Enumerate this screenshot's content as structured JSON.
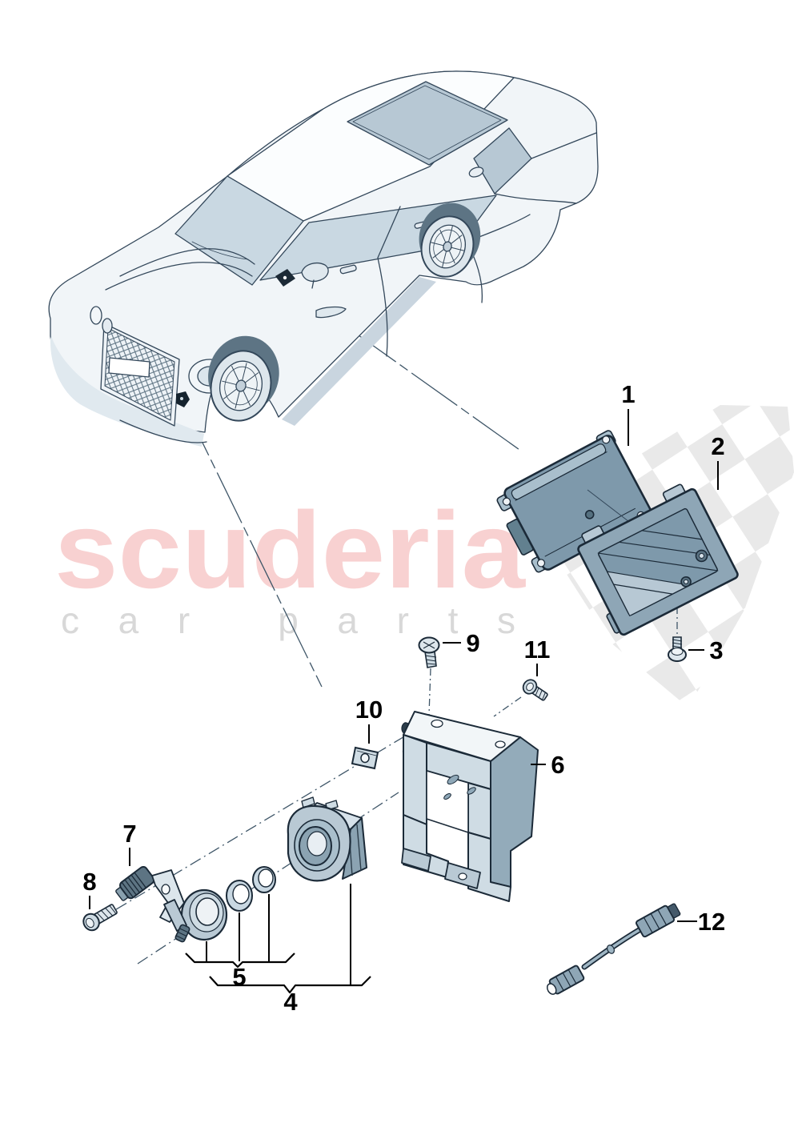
{
  "diagram": {
    "title": "exploded-parts-diagram",
    "vehicle": "sedan line illustration (top front-left isometric view)",
    "callouts": [
      {
        "label": "1"
      },
      {
        "label": "2"
      },
      {
        "label": "3"
      },
      {
        "label": "4"
      },
      {
        "label": "5"
      },
      {
        "label": "6"
      },
      {
        "label": "7"
      },
      {
        "label": "8"
      },
      {
        "label": "9"
      },
      {
        "label": "10"
      },
      {
        "label": "11"
      },
      {
        "label": "12"
      }
    ],
    "colors": {
      "part_fill": "#7e99ab",
      "part_fill_light": "#cfdce4",
      "outline": "#1b2a38",
      "axis_line": "#3f5668"
    }
  },
  "watermark": {
    "brand": "scuderia",
    "sub": "car parts",
    "brand_color": "#f8cdcd",
    "sub_color": "#d6d6d6",
    "flag_color": "#e0e0e0"
  }
}
